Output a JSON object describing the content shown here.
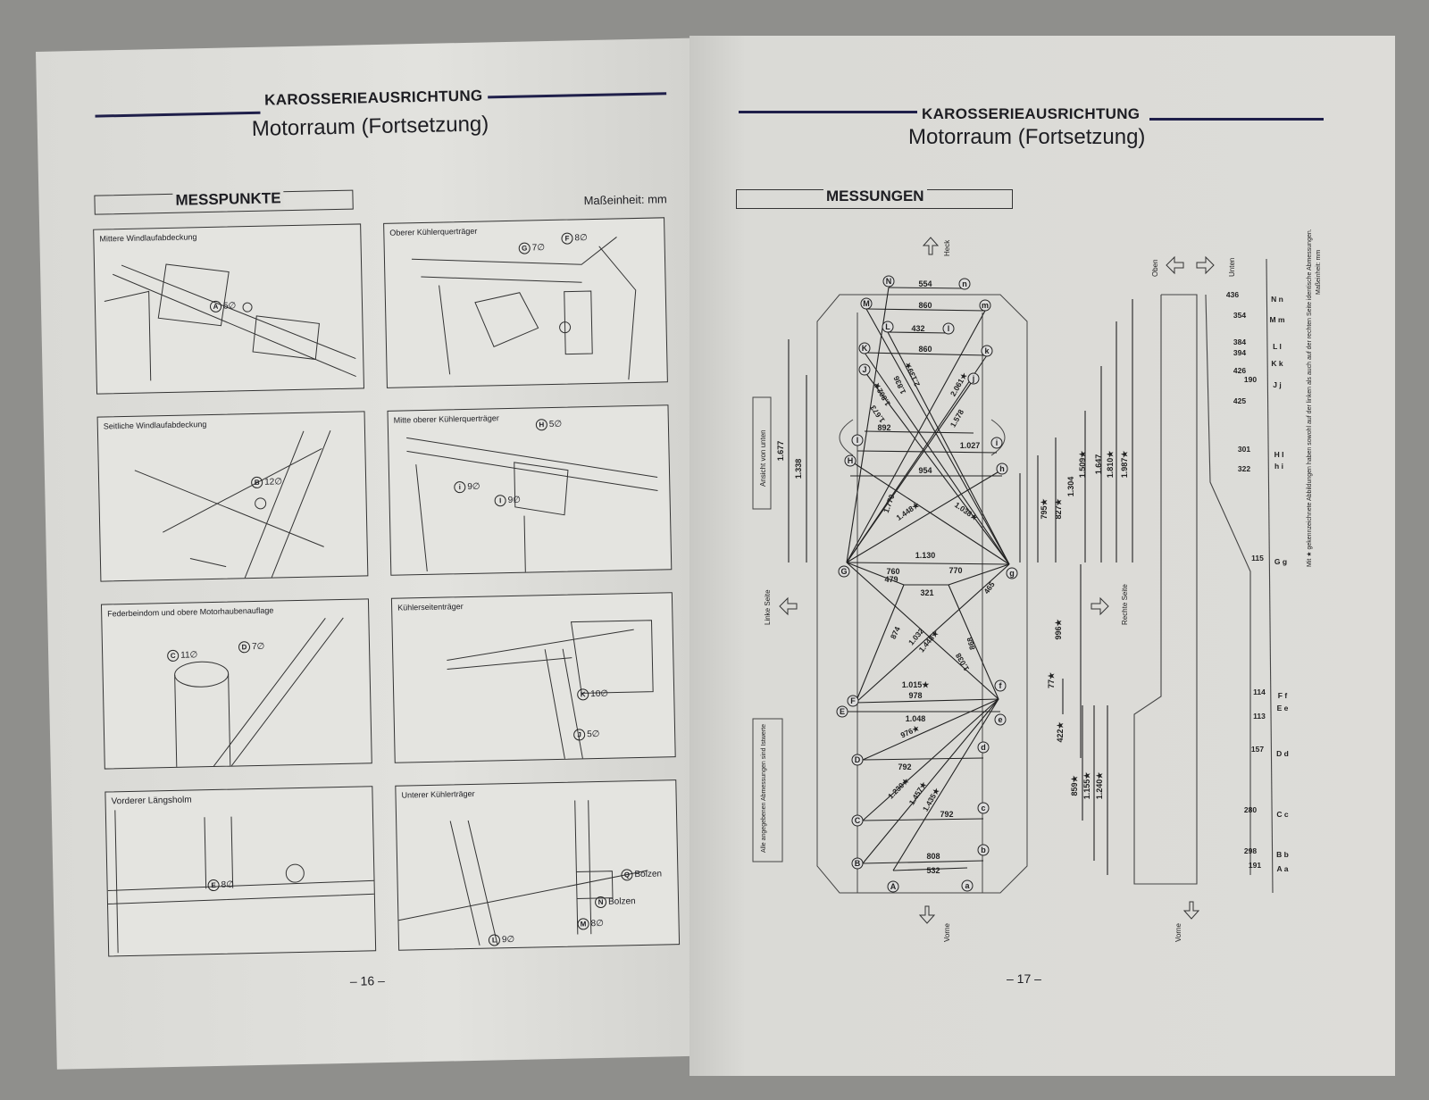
{
  "left_page": {
    "header": "KAROSSERIEAUSRICHTUNG",
    "subtitle": "Motorraum (Fortsetzung)",
    "section": "MESSPUNKTE",
    "unit": "Maßeinheit: mm",
    "page_number": "– 16 –",
    "panels": [
      {
        "caption": "Mittere Windlaufabdeckung",
        "markers": [
          {
            "letter": "A",
            "value": "5∅"
          }
        ]
      },
      {
        "caption": "Oberer Kühlerquerträger",
        "markers": [
          {
            "letter": "G",
            "value": "7∅"
          },
          {
            "letter": "F",
            "value": "8∅"
          }
        ]
      },
      {
        "caption": "Seitliche Windlaufabdeckung",
        "markers": [
          {
            "letter": "B",
            "value": "12∅"
          }
        ]
      },
      {
        "caption": "Mitte oberer Kühlerquerträger",
        "markers": [
          {
            "letter": "H",
            "value": "5∅"
          },
          {
            "letter": "i",
            "value": "9∅"
          },
          {
            "letter": "I",
            "value": "9∅"
          }
        ]
      },
      {
        "caption": "Federbeindom und obere Motorhaubenauflage",
        "markers": [
          {
            "letter": "C",
            "value": "11∅"
          },
          {
            "letter": "D",
            "value": "7∅"
          }
        ]
      },
      {
        "caption": "Kühlerseitenträger",
        "markers": [
          {
            "letter": "K",
            "value": "10∅"
          },
          {
            "letter": "J",
            "value": "5∅"
          }
        ]
      },
      {
        "caption": "Vorderer Längsholm",
        "markers": [
          {
            "letter": "E",
            "value": "8∅"
          }
        ]
      },
      {
        "caption": "Unterer Kühlerträger",
        "markers": [
          {
            "letter": "Q",
            "value": "Bolzen"
          },
          {
            "letter": "N",
            "value": "Bolzen"
          },
          {
            "letter": "M",
            "value": "8∅"
          },
          {
            "letter": "L",
            "value": "9∅"
          }
        ]
      }
    ]
  },
  "right_page": {
    "header": "KAROSSERIEAUSRICHTUNG",
    "subtitle": "Motorraum (Fortsetzung)",
    "section": "MESSUNGEN",
    "page_number": "– 17 –",
    "unit": "Maßeinheit: mm",
    "view_label": "Ansicht von unten",
    "actual_values_note": "Alle angegebenen Abmessungen sind Istwerte",
    "footnote": "Mit ★ gekennzeichnete Abbildungen haben sowohl auf der linken als auch auf der rechten Seite identische Abmessungen.",
    "directions": {
      "rear": "Heck",
      "front": "Vorne",
      "left": "Linke Seite",
      "right": "Rechte Seite",
      "up": "Oben",
      "down": "Unten",
      "front_side": "Vorne"
    },
    "points": [
      "N",
      "n",
      "M",
      "m",
      "L",
      "l",
      "K",
      "k",
      "J",
      "j",
      "I",
      "i",
      "H",
      "h",
      "G",
      "g",
      "F",
      "f",
      "E",
      "e",
      "D",
      "d",
      "C",
      "c",
      "B",
      "b",
      "A",
      "a"
    ],
    "horizontal": [
      "554",
      "860",
      "432",
      "860",
      "892",
      "1.027",
      "954",
      "1.130",
      "760",
      "770",
      "479",
      "321",
      "978",
      "1.015★",
      "1.048",
      "792",
      "792",
      "808",
      "532"
    ],
    "diagonal": [
      "2.139★",
      "1.836",
      "2.061★",
      "1.802★",
      "1.673",
      "1.578",
      "1.770",
      "1.448★",
      "1.038★",
      "465",
      "874",
      "1.032",
      "1.448★",
      "1.038",
      "868",
      "976★",
      "1.230★",
      "1.457★",
      "1.435★"
    ],
    "vertical_left": [
      "1.677",
      "1.338"
    ],
    "vertical_right": [
      "795★",
      "827★",
      "1.304",
      "1.509★",
      "1.647",
      "1.810★",
      "1.987★",
      "996★",
      "77★",
      "422★",
      "859★",
      "1.155★",
      "1.240★"
    ],
    "side_view": [
      {
        "value": "436",
        "points": "N n"
      },
      {
        "value": "354",
        "points": "M m"
      },
      {
        "value": "384",
        "points": "L l"
      },
      {
        "value": "394",
        "points": ""
      },
      {
        "value": "426",
        "points": "K k"
      },
      {
        "value": "190",
        "points": ""
      },
      {
        "value": "425",
        "points": "J j"
      },
      {
        "value": "301",
        "points": "H I"
      },
      {
        "value": "322",
        "points": "h i"
      },
      {
        "value": "115",
        "points": "G g"
      },
      {
        "value": "114",
        "points": "F f"
      },
      {
        "value": "113",
        "points": "E e"
      },
      {
        "value": "157",
        "points": "D d"
      },
      {
        "value": "280",
        "points": "C c"
      },
      {
        "value": "298",
        "points": "B b"
      },
      {
        "value": "191",
        "points": "A a"
      }
    ]
  }
}
